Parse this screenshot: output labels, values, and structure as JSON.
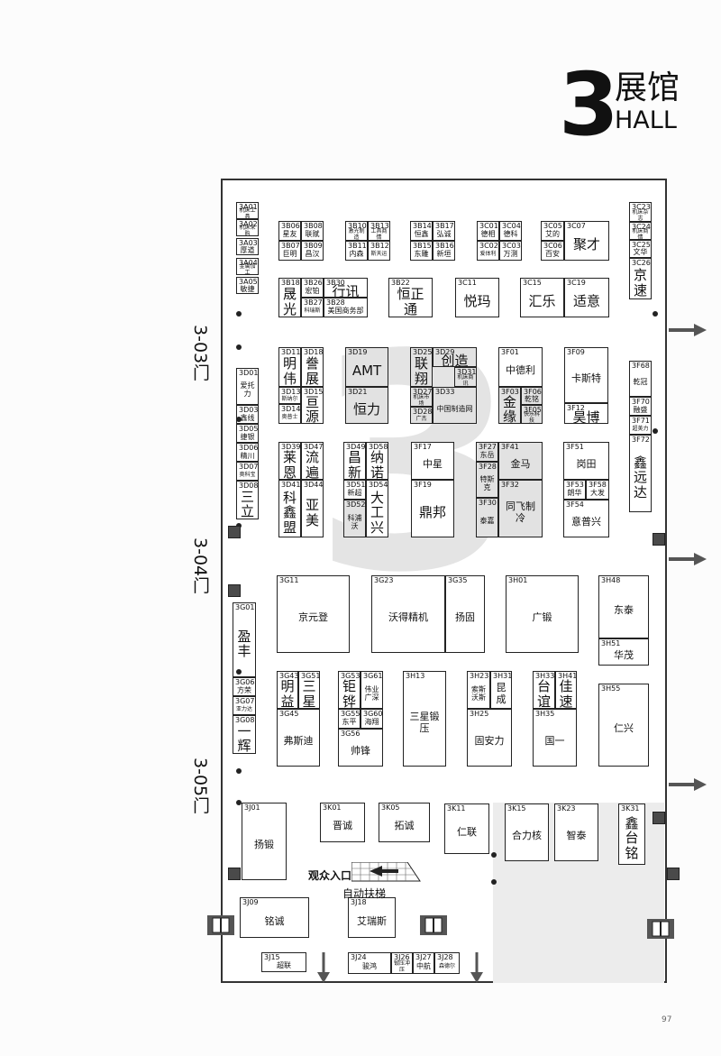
{
  "header": {
    "number": "3",
    "title_cn": "展馆",
    "title_en": "HALL"
  },
  "page_number": "97",
  "doors": [
    "3-03门",
    "3-04门",
    "3-05门"
  ],
  "labels": {
    "entrance": "观众入口",
    "escalator": "自动扶梯"
  },
  "booths": [
    {
      "id": "3A01",
      "name": "机床工具"
    },
    {
      "id": "3A02",
      "name": "机床采购"
    },
    {
      "id": "3A03",
      "name": "厚道"
    },
    {
      "id": "3A04",
      "name": "金属加工"
    },
    {
      "id": "3A05",
      "name": "敏捷"
    },
    {
      "id": "3B06",
      "name": "星友"
    },
    {
      "id": "3B08",
      "name": "联赋"
    },
    {
      "id": "3B07",
      "name": "巨明"
    },
    {
      "id": "3B09",
      "name": "昌汉"
    },
    {
      "id": "3B10",
      "name": "激光制造"
    },
    {
      "id": "3B13",
      "name": "工具商情"
    },
    {
      "id": "3B11",
      "name": "内森"
    },
    {
      "id": "3B12",
      "name": "斯天运"
    },
    {
      "id": "3B14",
      "name": "恒鑫"
    },
    {
      "id": "3B17",
      "name": "弘诚"
    },
    {
      "id": "3B15",
      "name": "东雕"
    },
    {
      "id": "3B16",
      "name": "新垣"
    },
    {
      "id": "3C01",
      "name": "德相"
    },
    {
      "id": "3C04",
      "name": "德科"
    },
    {
      "id": "3C02",
      "name": "爱体利"
    },
    {
      "id": "3C03",
      "name": "万测"
    },
    {
      "id": "3C05",
      "name": "艾的"
    },
    {
      "id": "3C06",
      "name": "百安"
    },
    {
      "id": "3C07",
      "name": "聚才"
    },
    {
      "id": "3C23",
      "name": "机床杂志"
    },
    {
      "id": "3C24",
      "name": "机床商情"
    },
    {
      "id": "3C25",
      "name": "文华"
    },
    {
      "id": "3C26",
      "name": "京速"
    },
    {
      "id": "3B18",
      "name": "晟光"
    },
    {
      "id": "3B26",
      "name": "宏铂"
    },
    {
      "id": "3B30",
      "name": "行讯"
    },
    {
      "id": "3B27",
      "name": "科瑞斯"
    },
    {
      "id": "3B28",
      "name": "美国商务部"
    },
    {
      "id": "3B22",
      "name": "恒正通"
    },
    {
      "id": "3C11",
      "name": "悦玛"
    },
    {
      "id": "3C15",
      "name": "汇乐"
    },
    {
      "id": "3C19",
      "name": "适意"
    },
    {
      "id": "3D11",
      "name": "明伟"
    },
    {
      "id": "3D18",
      "name": "誊展"
    },
    {
      "id": "3D13",
      "name": "斯纳尔"
    },
    {
      "id": "3D15",
      "name": "亘源"
    },
    {
      "id": "3D14",
      "name": "奥普士"
    },
    {
      "id": "3D19",
      "name": "AMT"
    },
    {
      "id": "3D21",
      "name": "恒力"
    },
    {
      "id": "3D25",
      "name": "联翔"
    },
    {
      "id": "3D29",
      "name": "创造"
    },
    {
      "id": "3D31",
      "name": "机床商讯"
    },
    {
      "id": "3D27",
      "name": "机床市场"
    },
    {
      "id": "3D33",
      "name": "中国制造网"
    },
    {
      "id": "3D28",
      "name": "广杰"
    },
    {
      "id": "3F01",
      "name": "中德利"
    },
    {
      "id": "3F03",
      "name": "金缘"
    },
    {
      "id": "3F06",
      "name": "乾铭"
    },
    {
      "id": "3F05",
      "name": "快乐科技"
    },
    {
      "id": "3F09",
      "name": "卡斯特"
    },
    {
      "id": "3F12",
      "name": "昊博"
    },
    {
      "id": "3F68",
      "name": "乾冠"
    },
    {
      "id": "3F70",
      "name": "融盛"
    },
    {
      "id": "3F71",
      "name": "超美力"
    },
    {
      "id": "3F72",
      "name": "鑫远达"
    },
    {
      "id": "3D01",
      "name": "爱托力"
    },
    {
      "id": "3D03",
      "name": "鑫线"
    },
    {
      "id": "3D05",
      "name": "捷银"
    },
    {
      "id": "3D06",
      "name": "精川"
    },
    {
      "id": "3D07",
      "name": "奥科宝"
    },
    {
      "id": "3D08",
      "name": "三立"
    },
    {
      "id": "3D39",
      "name": "莱恩"
    },
    {
      "id": "3D47",
      "name": "流遍"
    },
    {
      "id": "3D41",
      "name": "科鑫盟"
    },
    {
      "id": "3D44",
      "name": "亚美"
    },
    {
      "id": "3D49",
      "name": "昌新"
    },
    {
      "id": "3D58",
      "name": "纳诺"
    },
    {
      "id": "3D51",
      "name": "新超"
    },
    {
      "id": "3D54",
      "name": "大工兴"
    },
    {
      "id": "3D52",
      "name": "科浦沃"
    },
    {
      "id": "3F17",
      "name": "中星"
    },
    {
      "id": "3F19",
      "name": "鼎邦"
    },
    {
      "id": "3F27",
      "name": "东岳"
    },
    {
      "id": "3F41",
      "name": "金马"
    },
    {
      "id": "3F28",
      "name": "特斯克"
    },
    {
      "id": "3F32",
      "name": "同飞制冷"
    },
    {
      "id": "3F30",
      "name": "泰嘉"
    },
    {
      "id": "3F51",
      "name": "岗田"
    },
    {
      "id": "3F53",
      "name": "朗华"
    },
    {
      "id": "3F58",
      "name": "大发"
    },
    {
      "id": "3F54",
      "name": "意普兴"
    },
    {
      "id": "3G11",
      "name": "京元登"
    },
    {
      "id": "3G23",
      "name": "沃得精机"
    },
    {
      "id": "3G35",
      "name": "扬固"
    },
    {
      "id": "3H01",
      "name": "广锻"
    },
    {
      "id": "3H48",
      "name": "东泰"
    },
    {
      "id": "3H51",
      "name": "华茂"
    },
    {
      "id": "3G01",
      "name": "盈丰"
    },
    {
      "id": "3G06",
      "name": "方荣"
    },
    {
      "id": "3G07",
      "name": "亚力达"
    },
    {
      "id": "3G08",
      "name": "一辉"
    },
    {
      "id": "3G43",
      "name": "明益"
    },
    {
      "id": "3G51",
      "name": "三星"
    },
    {
      "id": "3G45",
      "name": "弗斯迪"
    },
    {
      "id": "3G53",
      "name": "钜铧"
    },
    {
      "id": "3G61",
      "name": "伟业广深"
    },
    {
      "id": "3G55",
      "name": "东平"
    },
    {
      "id": "3G60",
      "name": "海翔"
    },
    {
      "id": "3G56",
      "name": "帅锋"
    },
    {
      "id": "3H13",
      "name": "三星锻压"
    },
    {
      "id": "3H23",
      "name": "索斯沃斯"
    },
    {
      "id": "3H31",
      "name": "昆成"
    },
    {
      "id": "3H25",
      "name": "固安力"
    },
    {
      "id": "3H33",
      "name": "台谊"
    },
    {
      "id": "3H41",
      "name": "佳速"
    },
    {
      "id": "3H35",
      "name": "国一"
    },
    {
      "id": "3H55",
      "name": "仁兴"
    },
    {
      "id": "3J01",
      "name": "扬锻"
    },
    {
      "id": "3K01",
      "name": "晋诚"
    },
    {
      "id": "3K05",
      "name": "拓诚"
    },
    {
      "id": "3K11",
      "name": "仁联"
    },
    {
      "id": "3K15",
      "name": "合力核"
    },
    {
      "id": "3K23",
      "name": "智泰"
    },
    {
      "id": "3K31",
      "name": "鑫台铭"
    },
    {
      "id": "3J09",
      "name": "铭诚"
    },
    {
      "id": "3J18",
      "name": "艾瑞斯"
    },
    {
      "id": "3J15",
      "name": "超联"
    },
    {
      "id": "3J24",
      "name": "骏鸿"
    },
    {
      "id": "3J26",
      "name": "锻压冲压"
    },
    {
      "id": "3J27",
      "name": "中航"
    },
    {
      "id": "3J28",
      "name": "森德尔"
    }
  ]
}
